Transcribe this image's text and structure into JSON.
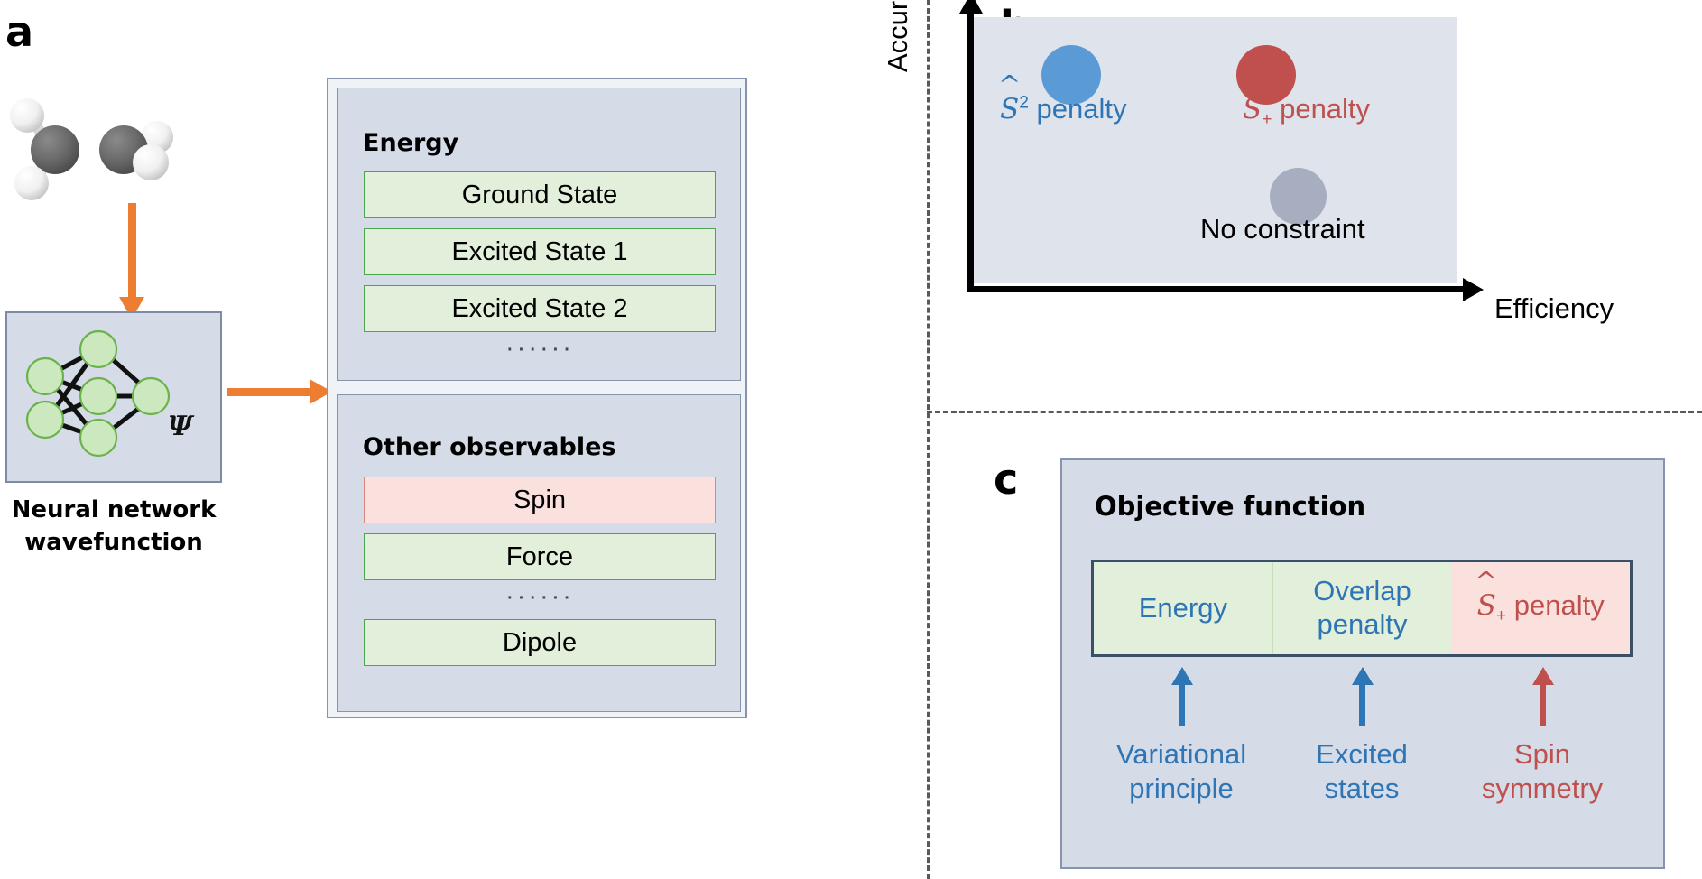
{
  "panels": {
    "a": {
      "letter": "a",
      "molecule_alt": "ethylene-ball-and-stick-model",
      "network": {
        "psi_symbol": "Ψ",
        "caption_line1": "Neural network",
        "caption_line2": "wavefunction"
      },
      "energy_group": {
        "title": "Energy",
        "items": [
          "Ground State",
          "Excited State 1",
          "Excited State 2"
        ],
        "ellipsis": "······"
      },
      "other_group": {
        "title": "Other observables",
        "items": [
          {
            "label": "Spin",
            "style": "pink"
          },
          {
            "label": "Force",
            "style": "green"
          },
          {
            "label": "Dipole",
            "style": "green"
          }
        ],
        "ellipsis": "······"
      }
    },
    "b": {
      "letter": "b",
      "y_axis_label": "Accuracy",
      "x_axis_label": "Efficiency",
      "points": [
        {
          "label_prefix": "S",
          "label_super": "2",
          "label_sub": "",
          "label_suffix": " penalty",
          "color": "#5B9BD5",
          "text_color": "#2E75B6",
          "x_pct": 14,
          "y_pct": 10
        },
        {
          "label_prefix": "S",
          "label_super": "",
          "label_sub": "+",
          "label_suffix": " penalty",
          "color": "#C0504D",
          "text_color": "#C0504D",
          "x_pct": 54,
          "y_pct": 10
        },
        {
          "label_prefix": "",
          "label_super": "",
          "label_sub": "",
          "label_suffix": "No constraint",
          "color": "#A6AEC0",
          "text_color": "#000000",
          "x_pct": 62,
          "y_pct": 55
        }
      ]
    },
    "c": {
      "letter": "c",
      "title": "Objective function",
      "terms": [
        {
          "label": "Energy",
          "label_line2": "",
          "style": "green",
          "has_symbol": false
        },
        {
          "label": "Overlap",
          "label_line2": "penalty",
          "style": "green",
          "has_symbol": false
        },
        {
          "label_prefix": "S",
          "label_sub": "+",
          "label_suffix": " penalty",
          "style": "pink",
          "has_symbol": true
        }
      ],
      "sources": [
        {
          "line1": "Variational",
          "line2": "principle",
          "color": "blue"
        },
        {
          "line1": "Excited",
          "line2": "states",
          "color": "blue"
        },
        {
          "line1": "Spin",
          "line2": "symmetry",
          "color": "red"
        }
      ]
    }
  },
  "colors": {
    "orange_arrow": "#ED7D31",
    "box_fill": "#D5DCE8",
    "box_border": "#8795AC",
    "green_chip": "#E2EFDA",
    "green_border": "#4CA64C",
    "pink_chip": "#FBE1DD",
    "pink_border": "#D98880",
    "blue_accent": "#2E75B6",
    "red_accent": "#C0504D",
    "gray_bubble": "#A6AEC0",
    "plot_bg": "#DFE3EC"
  }
}
